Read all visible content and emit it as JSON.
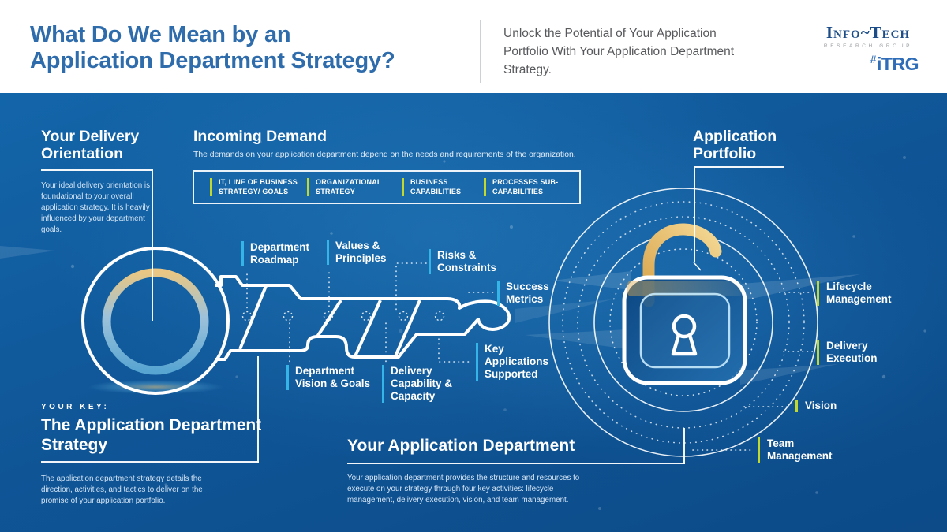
{
  "header": {
    "title_lines": [
      "What Do We Mean by an",
      "Application Department Strategy?"
    ],
    "subtitle": "Unlock the Potential of Your Application Portfolio With Your Application Department Strategy.",
    "logo": {
      "brand": "Info~Tech",
      "tagline": "RESEARCH GROUP",
      "badge_prefix": "#",
      "badge": "iTRG"
    }
  },
  "delivery": {
    "title": "Your Delivery Orientation",
    "body": "Your ideal delivery orientation is foundational to your overall application strategy. It is heavily influenced by your department goals."
  },
  "incoming_demand": {
    "title": "Incoming Demand",
    "subtitle": "The demands on your application department depend on the needs and requirements of the organization.",
    "items": [
      "IT, LINE OF BUSINESS STRATEGY/ GOALS",
      "ORGANIZATIONAL STRATEGY",
      "BUSINESS CAPABILITIES",
      "PROCESSES SUB-CAPABILITIES"
    ]
  },
  "application_portfolio": {
    "title": "Application Portfolio",
    "activities": [
      "Lifecycle Management",
      "Delivery Execution",
      "Vision",
      "Team Management"
    ]
  },
  "key_strategy": {
    "eyebrow": "YOUR KEY:",
    "title": "The Application Department Strategy",
    "body": "The application department strategy details the direction, activities, and tactics to deliver on the promise of your application portfolio."
  },
  "application_department": {
    "title": "Your Application Department",
    "body": "Your application department provides the structure and resources to execute on your strategy through four key activities: lifecycle management, delivery execution, vision, and team management."
  },
  "key_components": [
    "Department Roadmap",
    "Values & Principles",
    "Risks & Constraints",
    "Success Metrics",
    "Department Vision & Goals",
    "Delivery Capability & Capacity",
    "Key Applications Supported"
  ],
  "colors": {
    "accent_cyan": "#35b4e8",
    "accent_yellow": "#c3d82d",
    "title_blue": "#2e6cac",
    "background_blue": "#0f5596",
    "gold": "#e3b566"
  }
}
